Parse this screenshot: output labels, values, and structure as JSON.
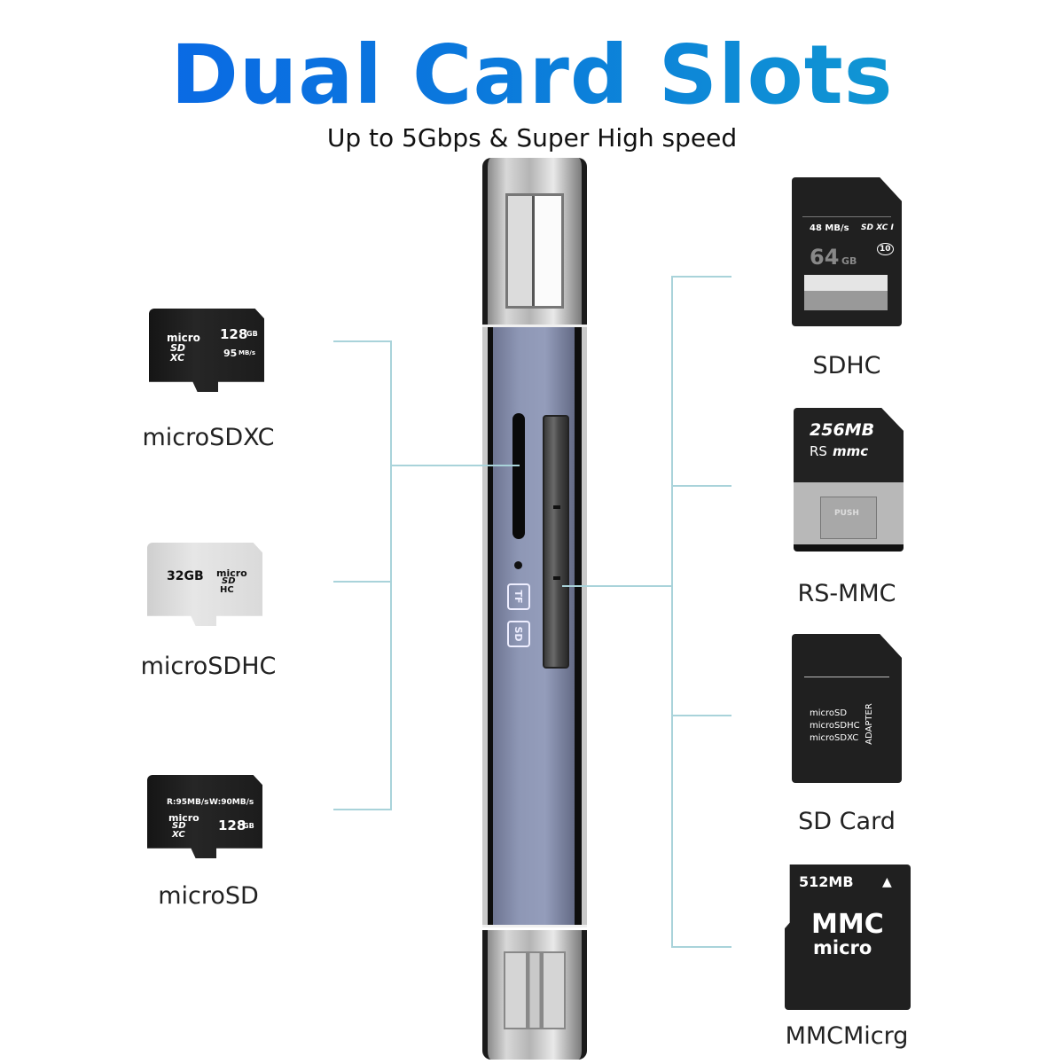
{
  "header": {
    "title": "Dual Card Slots",
    "subtitle": "Up to 5Gbps & Super High speed"
  },
  "device": {
    "slot_icons": [
      "TF",
      "SD"
    ],
    "colors": {
      "body": "#8e97b5",
      "connector_line": "#a9d3da",
      "title_start": "#0a62e8",
      "title_end": "#12a2cf"
    }
  },
  "left_cards": [
    {
      "label": "microSDXC",
      "capacity": "128",
      "unit": "GB",
      "speed": "95",
      "speed_unit": "MB/s",
      "logo_top": "micro",
      "logo_mid": "SD",
      "logo_bot": "XC"
    },
    {
      "label": "microSDHC",
      "capacity": "32GB",
      "logo_top": "micro",
      "logo_mid": "SD",
      "logo_bot": "HC"
    },
    {
      "label": "microSD",
      "read": "R:95MB/s",
      "write": "W:90MB/s",
      "capacity": "128",
      "unit": "GB",
      "logo_top": "micro",
      "logo_mid": "SD",
      "logo_bot": "XC"
    }
  ],
  "right_cards": [
    {
      "label": "SDHC",
      "speed": "48 MB/s",
      "capacity": "64",
      "unit": "GB",
      "logo": "SD XC I",
      "class": "10"
    },
    {
      "label": "RS-MMC",
      "capacity": "256MB",
      "brand_a": "RS",
      "brand_b": "mmc",
      "push": "PUSH"
    },
    {
      "label": "SD Card",
      "lines": [
        "microSD",
        "microSDHC",
        "microSDXC"
      ],
      "side": "ADAPTER"
    },
    {
      "label": "MMCMicrg",
      "capacity": "512MB",
      "brand_a": "MMC",
      "brand_b": "micro"
    }
  ]
}
